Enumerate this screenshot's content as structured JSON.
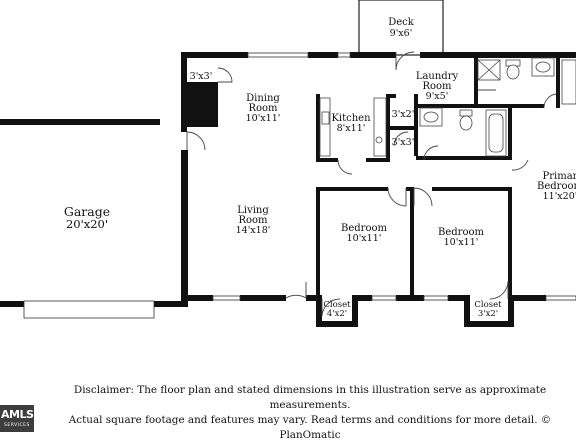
{
  "rooms": {
    "deck": {
      "name": "Deck",
      "dim": "9'x6'"
    },
    "laundry": {
      "name": "Laundry",
      "name2": "Room",
      "dim": "9'x5'"
    },
    "dining": {
      "name": "Dining",
      "name2": "Room",
      "dim": "10'x11'"
    },
    "kitchen": {
      "name": "Kitchen",
      "dim": "8'x11'"
    },
    "pantry": {
      "dim": "3'x3'"
    },
    "closet_3x2_upper": {
      "dim": "3'x2'"
    },
    "closet_3x3_mid": {
      "dim": "3'x3'"
    },
    "garage": {
      "name": "Garage",
      "dim": "20'x20'"
    },
    "living": {
      "name": "Living",
      "name2": "Room",
      "dim": "14'x18'"
    },
    "bedroom1": {
      "name": "Bedroom",
      "dim": "10'x11'"
    },
    "bedroom2": {
      "name": "Bedroom",
      "dim": "10'x11'"
    },
    "primary": {
      "name": "Primar",
      "name2": "Bedroom",
      "dim": "11'x20'"
    },
    "closet1": {
      "name": "Closet",
      "dim": "4'x2'"
    },
    "closet2": {
      "name": "Closet",
      "dim": "3'x2'"
    }
  },
  "disclaimer": {
    "line1": "Disclaimer: The floor plan and stated dimensions in this illustration serve as approximate measurements.",
    "line2": "Actual square footage and features may vary. Read terms and conditions for more detail. © PlanOmatic"
  },
  "logo": {
    "text": "AMLS",
    "subtext": "SERVICES"
  }
}
